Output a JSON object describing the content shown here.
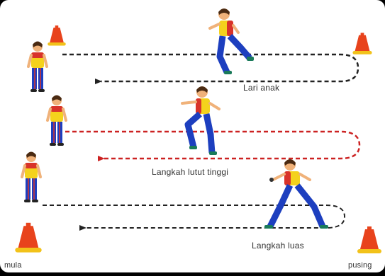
{
  "labels": {
    "lari_anak": "Lari anak",
    "langkah_lutut_tinggi": "Langkah lutut tinggi",
    "langkah_luas": "Langkah luas",
    "mula": "mula",
    "pusing": "pusing"
  },
  "colors": {
    "background_frame": "#000000",
    "canvas": "#ffffff",
    "path_top": "#222222",
    "path_middle": "#cc2222",
    "path_bottom": "#222222",
    "cone_orange": "#e8431c",
    "cone_base": "#f2c21a",
    "shirt_yellow": "#f4d21c",
    "shirt_red": "#d8332a",
    "trousers_blue": "#1d3fbf",
    "skin": "#f0b27a",
    "hair": "#4a2a12"
  },
  "icons": {
    "cone": "traffic-cone-icon",
    "runner": "running-child-figure",
    "standing": "standing-child-figure"
  }
}
